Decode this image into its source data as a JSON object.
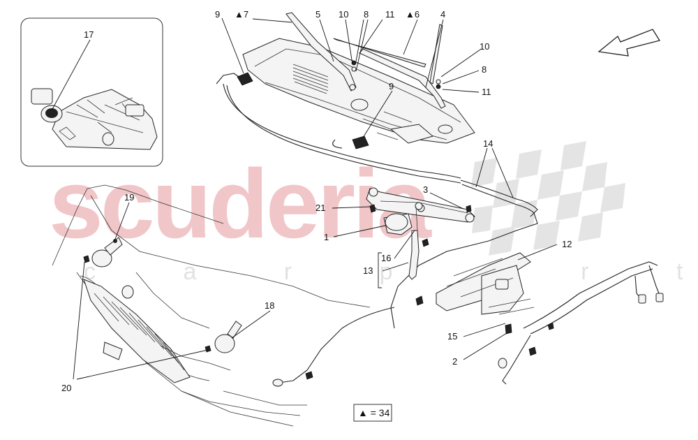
{
  "watermark": {
    "brand": "scuderia",
    "sub": "c a r p a r t s"
  },
  "callouts": {
    "c1": "1",
    "c2": "2",
    "c3": "3",
    "c4": "4",
    "c5": "5",
    "c6": "▲6",
    "c7": "▲7",
    "c8a": "8",
    "c8b": "8",
    "c9a": "9",
    "c9b": "9",
    "c10a": "10",
    "c10b": "10",
    "c11a": "11",
    "c11b": "11",
    "c12": "12",
    "c13": "13",
    "c14": "14",
    "c15": "15",
    "c16": "16",
    "c17": "17",
    "c18": "18",
    "c19": "19",
    "c20": "20",
    "c21": "21"
  },
  "legend": {
    "text": "▲ = 34"
  },
  "icons": {
    "direction_arrow": "arrow-down-left-icon"
  }
}
